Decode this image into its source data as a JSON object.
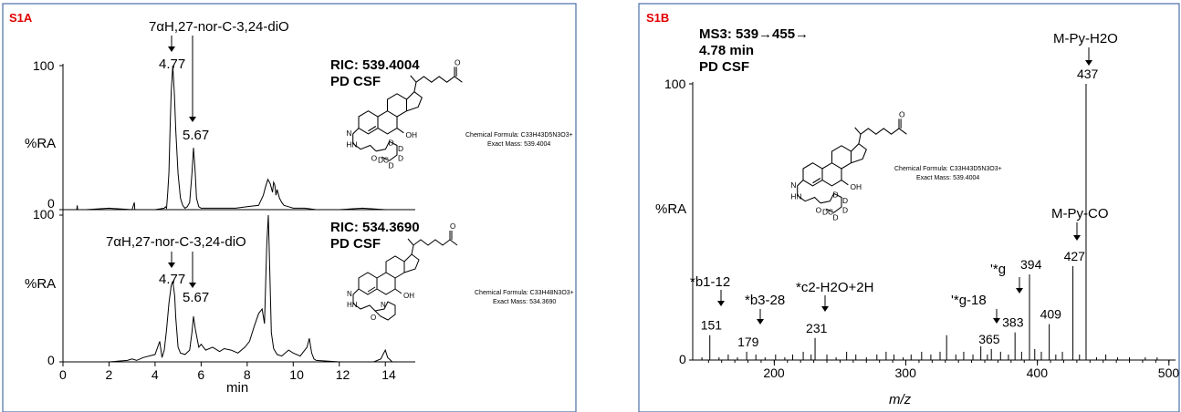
{
  "panels": {
    "s1a": {
      "tag": "S1A"
    },
    "s1b": {
      "tag": "S1B"
    }
  },
  "chart_data": [
    {
      "type": "line",
      "panel": "S1A-top",
      "ylabel": "%RA",
      "xlim": [
        0,
        15.3
      ],
      "ylim": [
        0,
        105
      ],
      "y_ticks": [
        "0",
        "100"
      ],
      "info_lines": [
        "RIC: 539.4004",
        "PD CSF"
      ],
      "compound_label": "7αH,27-nor-C-3,24-diO",
      "formula_lines": [
        "Chemical Formula: C33H43D5N3O3+",
        "Exact Mass: 539.4004"
      ],
      "annotations": [
        {
          "text": "4.77",
          "x": 4.77,
          "y": 100
        },
        {
          "text": "5.67",
          "x": 5.67,
          "y": 43
        }
      ],
      "series": [
        {
          "x": [
            0,
            0.6,
            0.62,
            0.64,
            1,
            2,
            3,
            3.1,
            3.12,
            3.14,
            4,
            4.4,
            4.45,
            4.5,
            4.55,
            4.6,
            4.65,
            4.7,
            4.77,
            4.84,
            4.9,
            5,
            5.1,
            5.2,
            5.3,
            5.4,
            5.5,
            5.6,
            5.67,
            5.74,
            5.8,
            5.9,
            6,
            6.5,
            7,
            7.5,
            8,
            8.5,
            8.7,
            8.8,
            8.9,
            9.0,
            9.1,
            9.15,
            9.2,
            9.25,
            9.3,
            9.4,
            9.5,
            9.6,
            9.8,
            10,
            10.5,
            11,
            11.5,
            12,
            13,
            14,
            15,
            15.3
          ],
          "y": [
            0,
            0,
            3,
            0,
            0,
            1,
            0,
            5,
            0,
            0,
            0,
            1,
            2,
            1,
            12,
            26,
            55,
            82,
            100,
            80,
            55,
            25,
            8,
            3,
            1,
            2,
            5,
            25,
            43,
            27,
            8,
            2,
            1,
            1,
            1,
            1,
            2,
            3,
            10,
            16,
            21,
            18,
            12,
            19,
            17,
            10,
            14,
            8,
            5,
            3,
            2,
            1,
            1,
            0,
            0,
            0,
            1,
            0,
            0,
            0
          ]
        }
      ]
    },
    {
      "type": "line",
      "panel": "S1A-bottom",
      "xlabel": "min",
      "ylabel": "%RA",
      "xlim": [
        0,
        15.3
      ],
      "ylim": [
        0,
        105
      ],
      "x_ticks": [
        "0",
        "2",
        "4",
        "6",
        "8",
        "10",
        "12",
        "14"
      ],
      "y_ticks": [
        "0",
        "100"
      ],
      "info_lines": [
        "RIC: 534.3690",
        "PD CSF"
      ],
      "compound_label": "7αH,27-nor-C-3,24-diO",
      "formula_lines": [
        "Chemical Formula: C33H48N3O3+",
        "Exact Mass: 534.3690"
      ],
      "annotations": [
        {
          "text": "4.77",
          "x": 4.77,
          "y": 55
        },
        {
          "text": "5.67",
          "x": 5.67,
          "y": 31
        }
      ],
      "series": [
        {
          "x": [
            0,
            0.5,
            1,
            2,
            2.8,
            3,
            3.2,
            3.5,
            4,
            4.2,
            4.3,
            4.4,
            4.5,
            4.6,
            4.7,
            4.77,
            4.85,
            4.9,
            5.0,
            5.1,
            5.3,
            5.5,
            5.6,
            5.67,
            5.75,
            5.9,
            6.0,
            6.2,
            6.5,
            6.8,
            7,
            7.3,
            7.6,
            7.9,
            8.1,
            8.3,
            8.5,
            8.65,
            8.75,
            8.85,
            8.92,
            8.98,
            9.05,
            9.15,
            9.3,
            9.5,
            9.8,
            10,
            10.3,
            10.6,
            10.7,
            10.8,
            10.9,
            11,
            12,
            13.5,
            13.8,
            13.9,
            14,
            14.1,
            14.3,
            15,
            15.3
          ],
          "y": [
            0,
            0,
            0,
            0,
            1,
            2,
            1,
            3,
            5,
            14,
            3,
            8,
            22,
            40,
            52,
            55,
            45,
            30,
            10,
            6,
            5,
            8,
            20,
            31,
            22,
            10,
            12,
            8,
            10,
            7,
            9,
            8,
            6,
            10,
            14,
            24,
            33,
            36,
            26,
            80,
            100,
            62,
            20,
            9,
            5,
            4,
            8,
            6,
            4,
            10,
            16,
            6,
            2,
            1,
            0,
            0,
            2,
            5,
            8,
            3,
            0,
            0,
            0
          ]
        }
      ]
    },
    {
      "type": "bar",
      "panel": "S1B",
      "xlabel": "m/z",
      "ylabel": "%RA",
      "xlim": [
        138,
        505
      ],
      "ylim": [
        0,
        100
      ],
      "x_ticks": [
        "200",
        "300",
        "400",
        "500"
      ],
      "y_ticks": [
        "0",
        "100"
      ],
      "info_lines": [
        "MS3: 539→455→",
        "4.78 min",
        "PD CSF"
      ],
      "formula_lines": [
        "Chemical Formula: C33H43D5N3O3+",
        "Exact Mass: 539.4004"
      ],
      "peaks": [
        {
          "mz": 151,
          "ra": 9,
          "label": "151"
        },
        {
          "mz": 179,
          "ra": 3,
          "label": "179"
        },
        {
          "mz": 231,
          "ra": 8,
          "label": "231"
        },
        {
          "mz": 365,
          "ra": 4,
          "label": "365"
        },
        {
          "mz": 383,
          "ra": 10,
          "label": "383"
        },
        {
          "mz": 394,
          "ra": 31,
          "label": "394"
        },
        {
          "mz": 409,
          "ra": 13,
          "label": "409"
        },
        {
          "mz": 427,
          "ra": 34,
          "label": "427"
        },
        {
          "mz": 437,
          "ra": 100,
          "label": "437"
        }
      ],
      "noise_peaks": [
        {
          "mz": 145,
          "ra": 1
        },
        {
          "mz": 158,
          "ra": 1
        },
        {
          "mz": 165,
          "ra": 2
        },
        {
          "mz": 172,
          "ra": 1
        },
        {
          "mz": 186,
          "ra": 2
        },
        {
          "mz": 193,
          "ra": 1
        },
        {
          "mz": 201,
          "ra": 2
        },
        {
          "mz": 208,
          "ra": 1
        },
        {
          "mz": 214,
          "ra": 2
        },
        {
          "mz": 222,
          "ra": 3
        },
        {
          "mz": 228,
          "ra": 2
        },
        {
          "mz": 240,
          "ra": 2
        },
        {
          "mz": 247,
          "ra": 1
        },
        {
          "mz": 255,
          "ra": 3
        },
        {
          "mz": 262,
          "ra": 2
        },
        {
          "mz": 270,
          "ra": 1
        },
        {
          "mz": 278,
          "ra": 2
        },
        {
          "mz": 285,
          "ra": 3
        },
        {
          "mz": 291,
          "ra": 2
        },
        {
          "mz": 298,
          "ra": 1
        },
        {
          "mz": 304,
          "ra": 2
        },
        {
          "mz": 312,
          "ra": 3
        },
        {
          "mz": 319,
          "ra": 2
        },
        {
          "mz": 326,
          "ra": 3
        },
        {
          "mz": 331,
          "ra": 9
        },
        {
          "mz": 338,
          "ra": 2
        },
        {
          "mz": 344,
          "ra": 3
        },
        {
          "mz": 351,
          "ra": 2
        },
        {
          "mz": 357,
          "ra": 5
        },
        {
          "mz": 362,
          "ra": 2
        },
        {
          "mz": 372,
          "ra": 3
        },
        {
          "mz": 378,
          "ra": 2
        },
        {
          "mz": 388,
          "ra": 3
        },
        {
          "mz": 398,
          "ra": 4
        },
        {
          "mz": 403,
          "ra": 3
        },
        {
          "mz": 414,
          "ra": 2
        },
        {
          "mz": 419,
          "ra": 3
        },
        {
          "mz": 432,
          "ra": 2
        },
        {
          "mz": 445,
          "ra": 1
        },
        {
          "mz": 452,
          "ra": 2
        },
        {
          "mz": 461,
          "ra": 1
        },
        {
          "mz": 470,
          "ra": 1
        },
        {
          "mz": 482,
          "ra": 1
        },
        {
          "mz": 491,
          "ra": 1
        }
      ],
      "fragment_labels": [
        {
          "text": "*b1-12",
          "color": "#1f3fbf",
          "mz": 151
        },
        {
          "text": "*b3-28",
          "color": "#d80000",
          "mz": 179
        },
        {
          "text": "*c2-H2O+2H",
          "color": "#a0201a",
          "mz": 231
        },
        {
          "text": "'*g-18",
          "color": "#e040e0",
          "mz": 365
        },
        {
          "text": "'*g",
          "color": "#e040e0",
          "mz": 383
        },
        {
          "text": "M-Py-CO",
          "color": "#000000",
          "mz": 427
        },
        {
          "text": "M-Py-H2O",
          "color": "#000000",
          "mz": 437
        }
      ]
    }
  ]
}
